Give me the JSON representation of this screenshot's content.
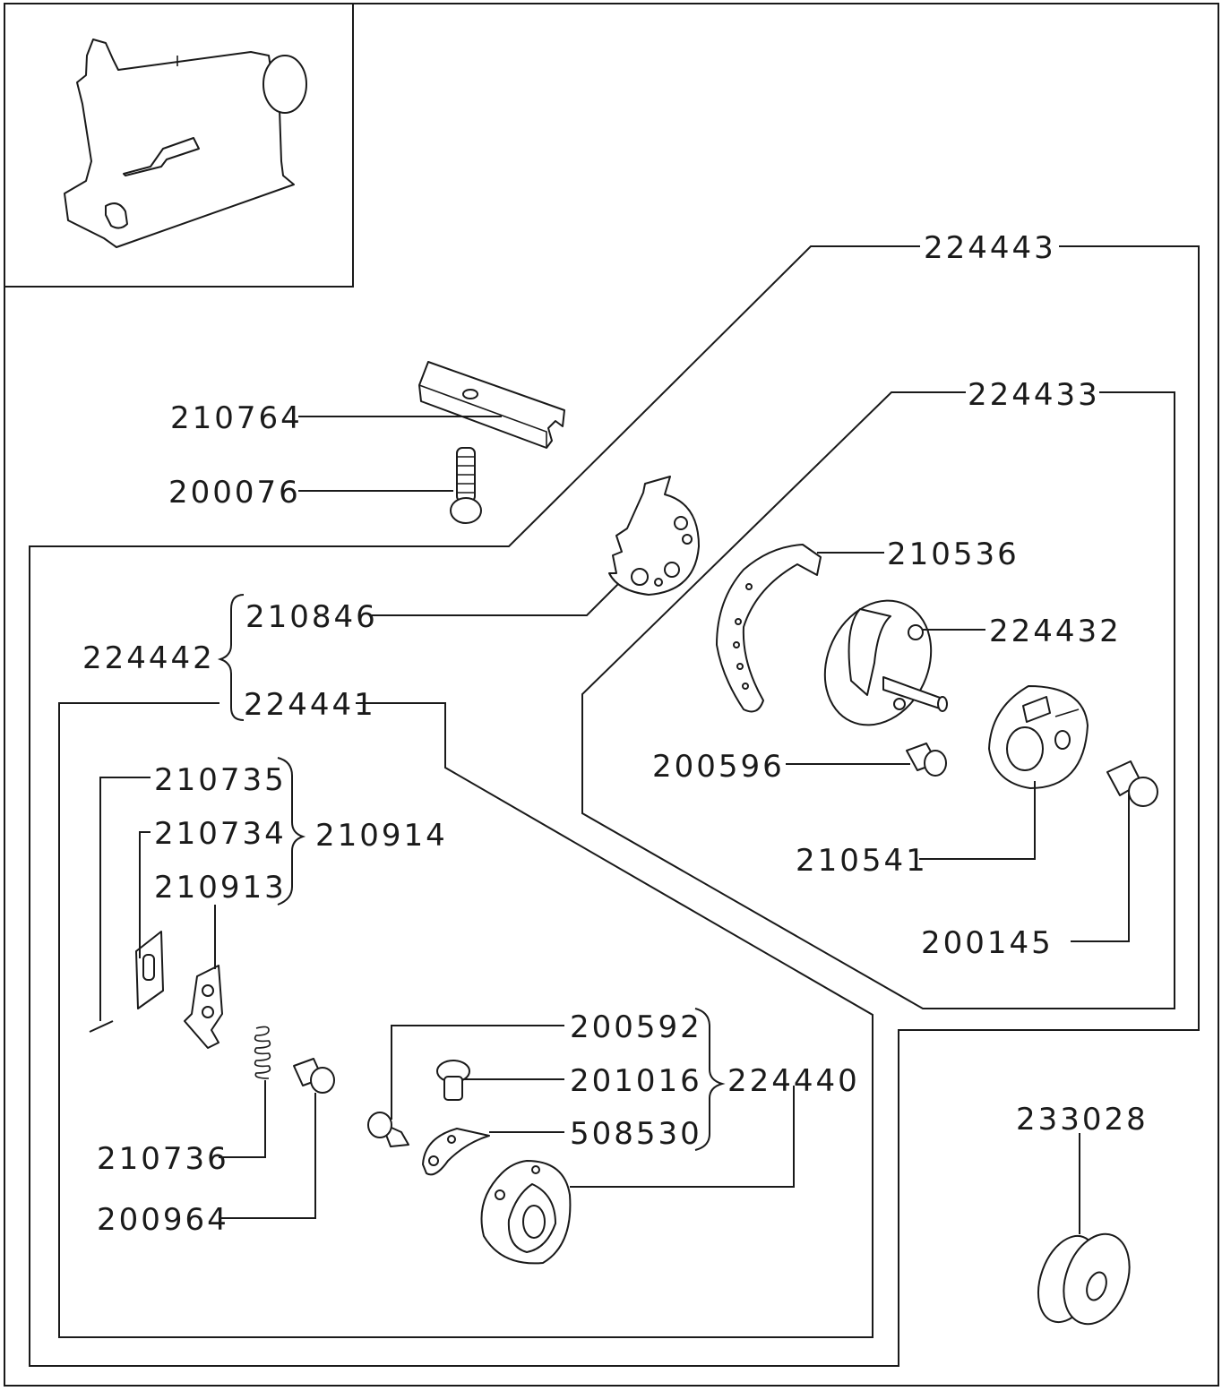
{
  "labels": {
    "p224443": "224443",
    "p224433": "224433",
    "p210764": "210764",
    "p200076": "200076",
    "p210536": "210536",
    "p224432": "224432",
    "p210846": "210846",
    "p224442": "224442",
    "p224441": "224441",
    "p200596": "200596",
    "p210735": "210735",
    "p210734": "210734",
    "p210914": "210914",
    "p210913": "210913",
    "p210541": "210541",
    "p200145": "200145",
    "p200592": "200592",
    "p201016": "201016",
    "p224440": "224440",
    "p508530": "508530",
    "p210736": "210736",
    "p200964": "200964",
    "p233028": "233028"
  },
  "colors": {
    "ink": "#1a1a1a",
    "paper": "#ffffff"
  }
}
